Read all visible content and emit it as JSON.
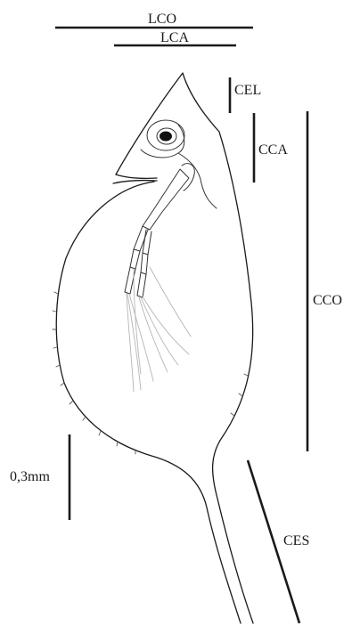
{
  "labels": {
    "lco": "LCO",
    "lca": "LCA",
    "cel": "CEL",
    "cca": "CCA",
    "cco": "CCO",
    "ces": "CES",
    "scale": "0,3mm"
  }
}
